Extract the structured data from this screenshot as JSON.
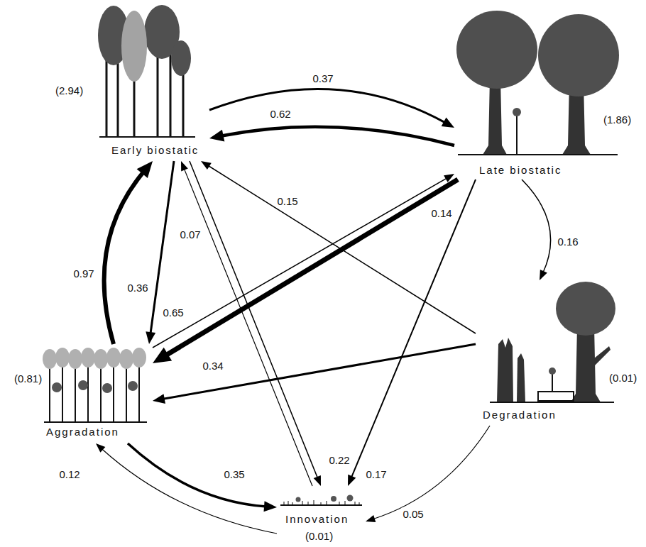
{
  "diagram": {
    "nodes": [
      {
        "text": [
          "Early biostatic",
          "(2.94)"
        ]
      },
      {
        "text": [
          "Late biostatic",
          "(1.86)"
        ]
      },
      {
        "text": [
          "Aggradation",
          "(0.81)"
        ]
      },
      {
        "text": [
          "Degradation",
          "(0.01)"
        ]
      },
      {
        "text": [
          "Innovation",
          "(0.01)"
        ]
      }
    ],
    "edges": [
      {
        "from": 0,
        "to": 1,
        "label": "0.37",
        "arrow": "to"
      },
      {
        "from": 1,
        "to": 0,
        "label": "0.62",
        "arrow": "to"
      },
      {
        "from": 2,
        "to": 0,
        "label": "0.97",
        "arrow": "to"
      },
      {
        "from": 0,
        "to": 2,
        "label": "0.36",
        "arrow": "to"
      },
      {
        "from": 1,
        "to": 2,
        "label": "0.65",
        "arrow": "to"
      },
      {
        "from": 2,
        "to": 1,
        "label": "0.14",
        "arrow": "to"
      },
      {
        "from": 1,
        "to": 3,
        "label": "0.16",
        "arrow": "to"
      },
      {
        "from": 1,
        "to": 4,
        "label": "0.17",
        "arrow": "to"
      },
      {
        "from": 3,
        "to": 0,
        "label": "0.15",
        "arrow": "to"
      },
      {
        "from": 3,
        "to": 2,
        "label": "0.34",
        "arrow": "to"
      },
      {
        "from": 3,
        "to": 4,
        "label": "0.05",
        "arrow": "to"
      },
      {
        "from": 4,
        "to": 0,
        "label": "0.07",
        "arrow": "to"
      },
      {
        "from": 0,
        "to": 4,
        "label": "0.22",
        "arrow": "to"
      },
      {
        "from": 2,
        "to": 4,
        "label": "0.35",
        "arrow": "to"
      },
      {
        "from": 4,
        "to": 2,
        "label": "0.12",
        "arrow": "to"
      }
    ]
  }
}
